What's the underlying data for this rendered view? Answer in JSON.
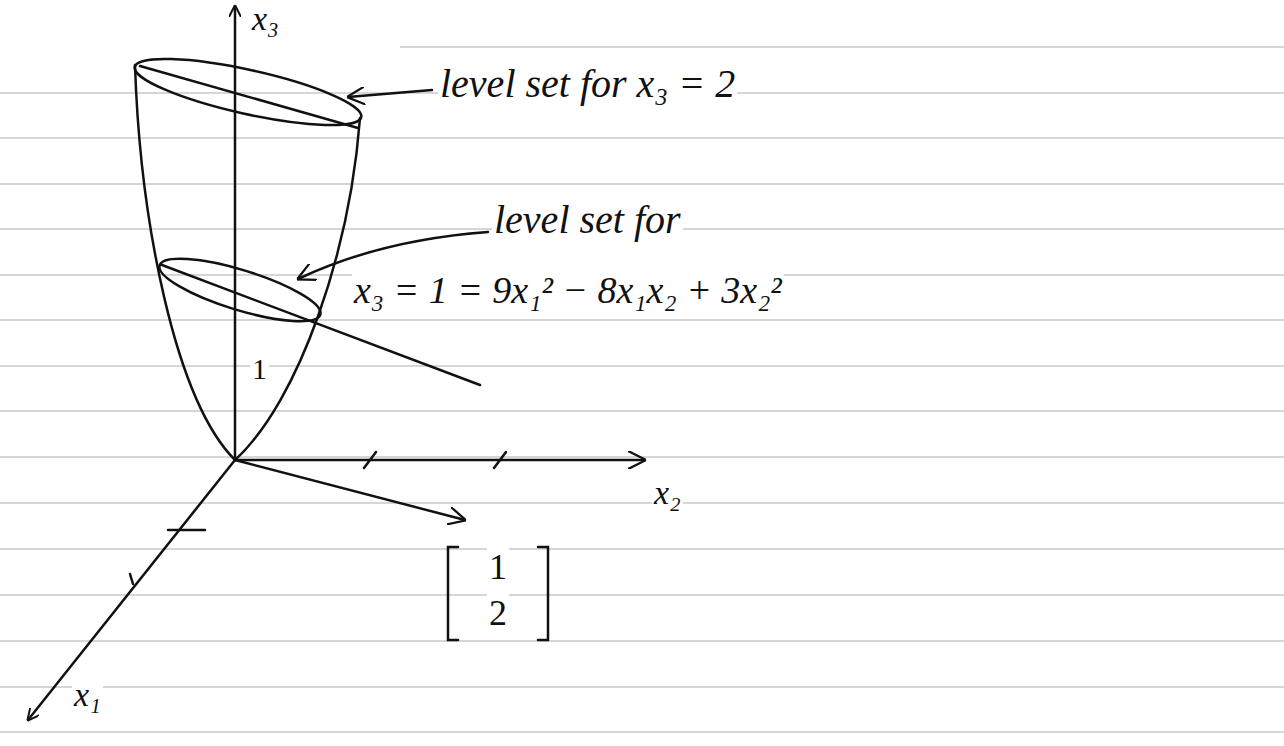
{
  "diagram": {
    "labels": [
      "x₃",
      "level set for x₃ = 2",
      "level set for",
      "x₃ = 1 = 9x₁² − 8x₁x₂ + 3x₂²",
      "1",
      "x₂",
      "1",
      "2",
      "x₁"
    ]
  }
}
